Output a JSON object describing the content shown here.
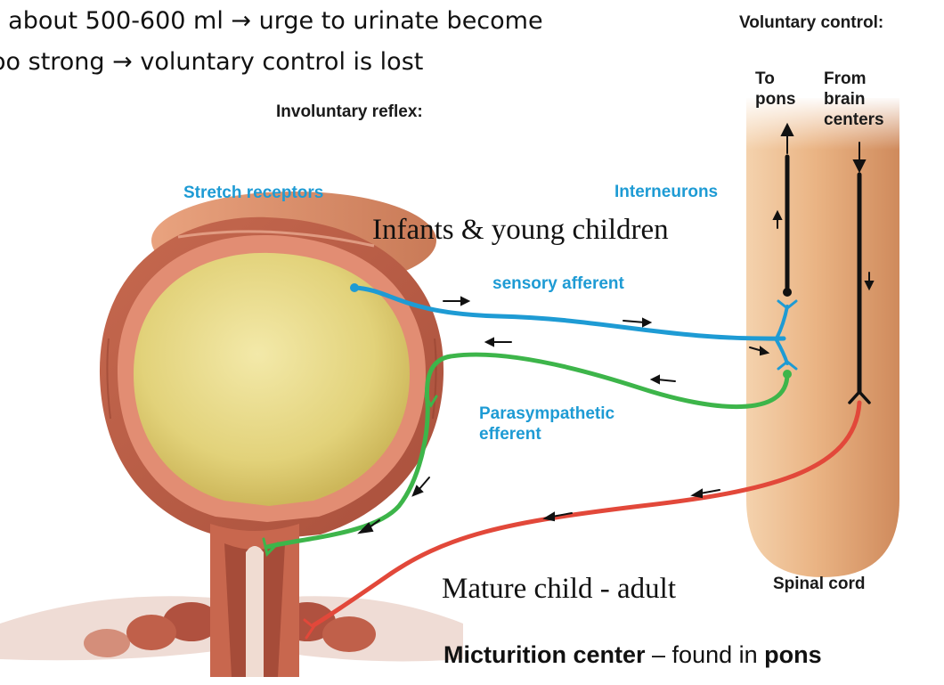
{
  "intro": {
    "line1": "t about 500-600 ml → urge to urinate become",
    "line2": "oo strong → voluntary control is lost"
  },
  "labels": {
    "voluntary_control": "Voluntary control:",
    "involuntary_reflex": "Involuntary reflex:",
    "to_pons": "To pons",
    "from_brain_centers": "From brain centers",
    "stretch_receptors": "Stretch receptors",
    "interneurons": "Interneurons",
    "infants": "Infants & young children",
    "sensory_afferent": "sensory afferent",
    "parasympathetic_efferent": "Parasympathetic efferent",
    "mature": "Mature child - adult",
    "spinal_cord": "Spinal cord"
  },
  "bottom": {
    "term": "Micturition center",
    "dash": " – found in ",
    "location": "pons"
  },
  "colors": {
    "sensory": "#1e9bd4",
    "parasympathetic": "#3db54a",
    "somatic": "#e2483a",
    "bladder_wall": "#d9725e",
    "bladder_lumen": "#e7d98a",
    "spinal_cord": "#e9b07e"
  }
}
